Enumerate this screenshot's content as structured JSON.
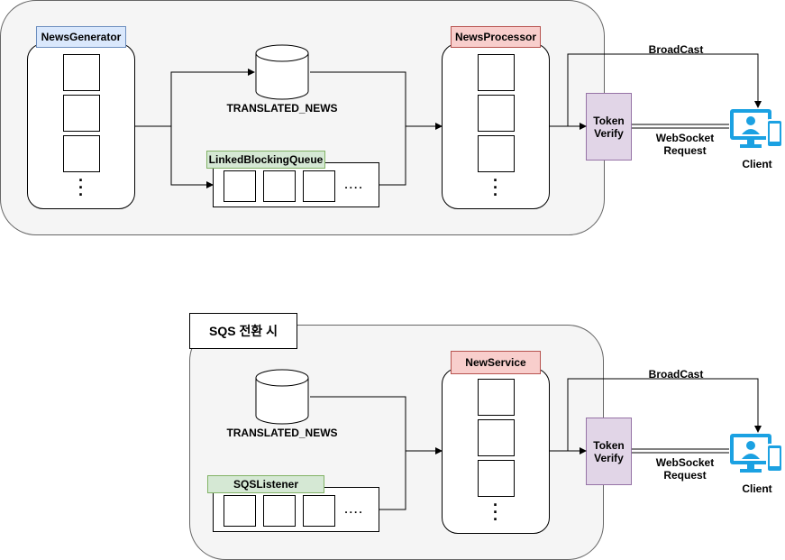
{
  "diagram1": {
    "generator": "NewsGenerator",
    "processor": "NewsProcessor",
    "db_label": "TRANSLATED_NEWS",
    "queue": "LinkedBlockingQueue",
    "queue_dots": "....",
    "token_verify": "Token\nVerify",
    "broadcast": "BroadCast",
    "websocket": "WebSocket\nRequest",
    "client": "Client"
  },
  "diagram2": {
    "title": "SQS 전환 시",
    "service": "NewService",
    "db_label": "TRANSLATED_NEWS",
    "listener": "SQSListener",
    "queue_dots": "....",
    "token_verify": "Token\nVerify",
    "broadcast": "BroadCast",
    "websocket": "WebSocket\nRequest",
    "client": "Client"
  },
  "colors": {
    "generator_fill": "#dae8fc",
    "processor_fill": "#f8cecc",
    "queue_fill": "#d5e8d4",
    "token_fill": "#e1d5e7",
    "client_icon": "#1ba1e2"
  },
  "icons": [
    "database-icon",
    "client-devices-icon"
  ]
}
